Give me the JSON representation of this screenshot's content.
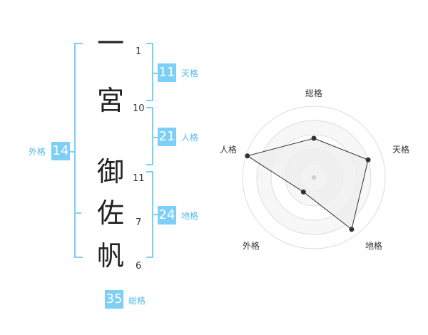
{
  "name": {
    "chars": [
      "一",
      "宮",
      "御",
      "佐",
      "帆"
    ],
    "strokes": [
      "1",
      "10",
      "11",
      "7",
      "6"
    ]
  },
  "fortune": {
    "tenkaku": {
      "value": "11",
      "label": "天格"
    },
    "jinkaku": {
      "value": "21",
      "label": "人格"
    },
    "chikaku": {
      "value": "24",
      "label": "地格"
    },
    "gaikaku": {
      "value": "14",
      "label": "外格"
    },
    "soukaku": {
      "value": "35",
      "label": "総格"
    }
  },
  "chart_data": {
    "type": "radar",
    "axes": [
      "総格",
      "天格",
      "地格",
      "外格",
      "人格"
    ],
    "values": [
      0.55,
      0.8,
      0.9,
      0.25,
      0.98
    ],
    "rings": 5,
    "grid": true,
    "colors": {
      "fill": "#eeeeee",
      "line": "#333333",
      "grid": "#dddddd",
      "point": "#333333"
    }
  }
}
